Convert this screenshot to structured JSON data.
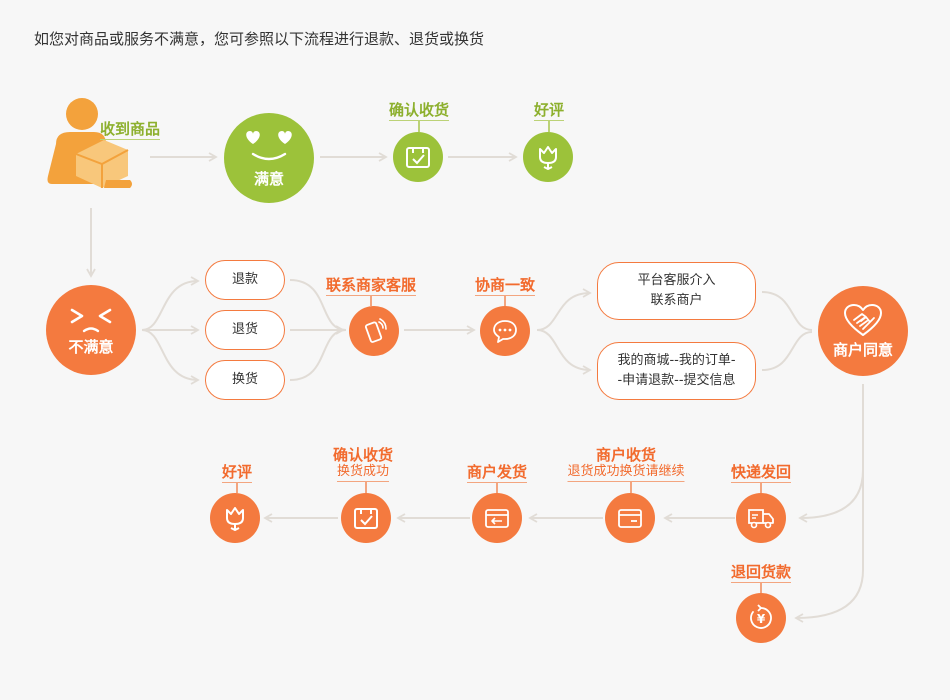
{
  "title": "如您对商品或服务不满意，您可参照以下流程进行退款、退货或换货",
  "colors": {
    "green": "#9cc23a",
    "orange": "#f47a3f",
    "connector": "#e1dcd6",
    "background": "#f7f7f7"
  },
  "receive": {
    "label": "收到商品"
  },
  "satisfied": {
    "label": "满意",
    "confirm": "确认收货",
    "review": "好评"
  },
  "unsatisfied": {
    "label": "不满意"
  },
  "options": [
    "退款",
    "退货",
    "换货"
  ],
  "contact": {
    "label": "联系商家客服"
  },
  "negotiate": {
    "label": "协商一致"
  },
  "routes": [
    {
      "line1": "平台客服介入",
      "line2": "联系商户"
    },
    {
      "line1": "我的商城--我的订单-",
      "line2": "-申请退款--提交信息"
    }
  ],
  "agree": {
    "label": "商户同意"
  },
  "return_flow": {
    "ship_back": "快递发回",
    "merchant_receive": "商户收货",
    "merchant_receive_note": "退货成功换货请继续",
    "merchant_ship": "商户发货",
    "confirm": "确认收货",
    "confirm_note": "换货成功",
    "review": "好评"
  },
  "refund_back": {
    "label": "退回货款",
    "icon_text": "¥"
  }
}
